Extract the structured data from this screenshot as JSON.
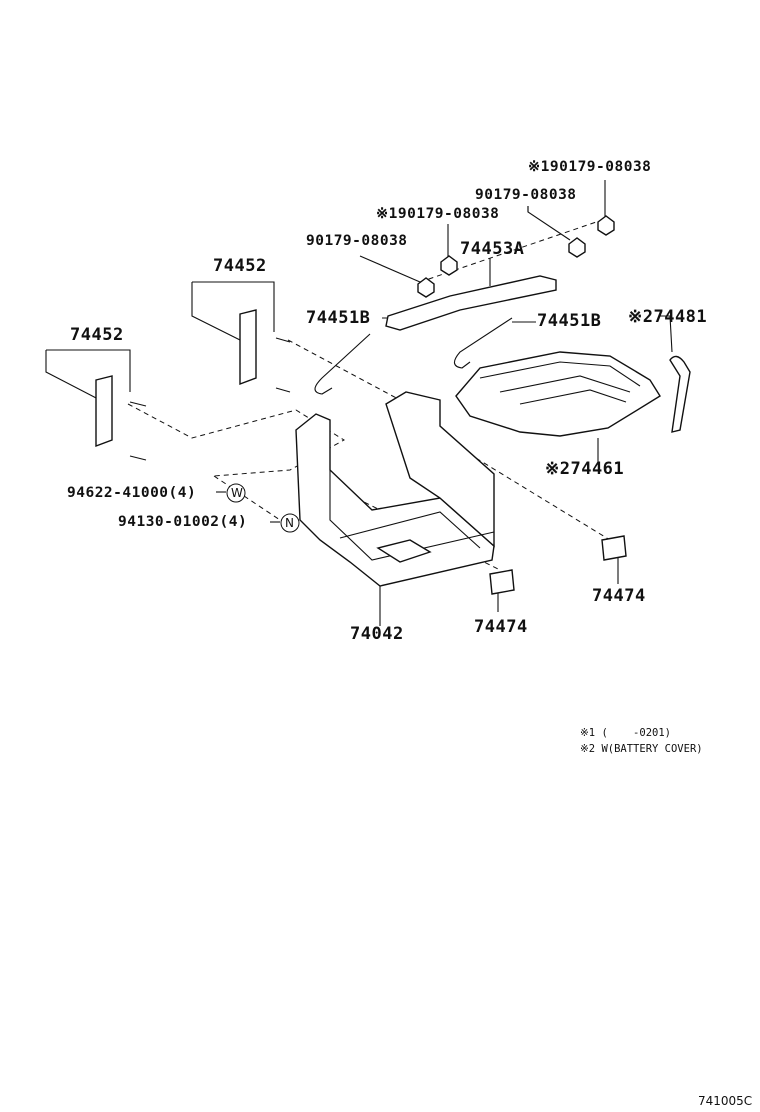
{
  "parts": {
    "p1": "※190179-08038",
    "p2": "90179-08038",
    "p3": "※190179-08038",
    "p4": "90179-08038",
    "p5": "74453A",
    "p6": "74452",
    "p7": "74452",
    "p8": "74451B",
    "p9": "74451B",
    "p10": "※274481",
    "p11": "※274461",
    "p12": "94622-41000(4)",
    "p13": "94130-01002(4)",
    "p14": "74474",
    "p15": "74474",
    "p16": "74042"
  },
  "symbols": {
    "w": "W",
    "n": "N"
  },
  "notes": {
    "n1": "※1 (    -0201)",
    "n2": "※2 W(BATTERY COVER)"
  },
  "figure_code": "741005C"
}
